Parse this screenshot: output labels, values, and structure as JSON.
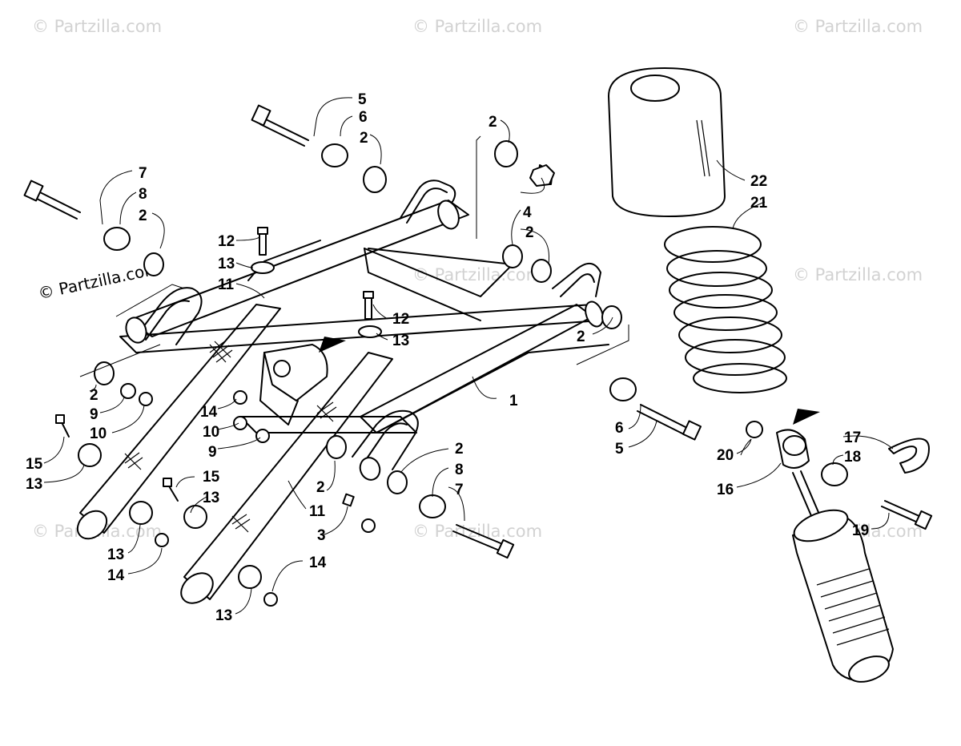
{
  "watermark": "© Partzilla.com",
  "callouts": [
    {
      "id": "c1",
      "text": "1"
    },
    {
      "id": "c2a",
      "text": "2"
    },
    {
      "id": "c2b",
      "text": "2"
    },
    {
      "id": "c2c",
      "text": "2"
    },
    {
      "id": "c2d",
      "text": "2"
    },
    {
      "id": "c2e",
      "text": "2"
    },
    {
      "id": "c2f",
      "text": "2"
    },
    {
      "id": "c2g",
      "text": "2"
    },
    {
      "id": "c2h",
      "text": "2"
    },
    {
      "id": "c3",
      "text": "3"
    },
    {
      "id": "c4",
      "text": "4"
    },
    {
      "id": "c5a",
      "text": "5"
    },
    {
      "id": "c5b",
      "text": "5"
    },
    {
      "id": "c6a",
      "text": "6"
    },
    {
      "id": "c6b",
      "text": "6"
    },
    {
      "id": "c7a",
      "text": "7"
    },
    {
      "id": "c7b",
      "text": "7"
    },
    {
      "id": "c8a",
      "text": "8"
    },
    {
      "id": "c8b",
      "text": "8"
    },
    {
      "id": "c9a",
      "text": "9"
    },
    {
      "id": "c9b",
      "text": "9"
    },
    {
      "id": "c10a",
      "text": "10"
    },
    {
      "id": "c10b",
      "text": "10"
    },
    {
      "id": "c11a",
      "text": "11"
    },
    {
      "id": "c11b",
      "text": "11"
    },
    {
      "id": "c12a",
      "text": "12"
    },
    {
      "id": "c12b",
      "text": "12"
    },
    {
      "id": "c13a",
      "text": "13"
    },
    {
      "id": "c13b",
      "text": "13"
    },
    {
      "id": "c13c",
      "text": "13"
    },
    {
      "id": "c13d",
      "text": "13"
    },
    {
      "id": "c13e",
      "text": "13"
    },
    {
      "id": "c13f",
      "text": "13"
    },
    {
      "id": "c14a",
      "text": "14"
    },
    {
      "id": "c14b",
      "text": "14"
    },
    {
      "id": "c14c",
      "text": "14"
    },
    {
      "id": "c15a",
      "text": "15"
    },
    {
      "id": "c15b",
      "text": "15"
    },
    {
      "id": "c16",
      "text": "16"
    },
    {
      "id": "c17",
      "text": "17"
    },
    {
      "id": "c18",
      "text": "18"
    },
    {
      "id": "c19",
      "text": "19"
    },
    {
      "id": "c20",
      "text": "20"
    },
    {
      "id": "c21",
      "text": "21"
    },
    {
      "id": "c22",
      "text": "22"
    }
  ]
}
